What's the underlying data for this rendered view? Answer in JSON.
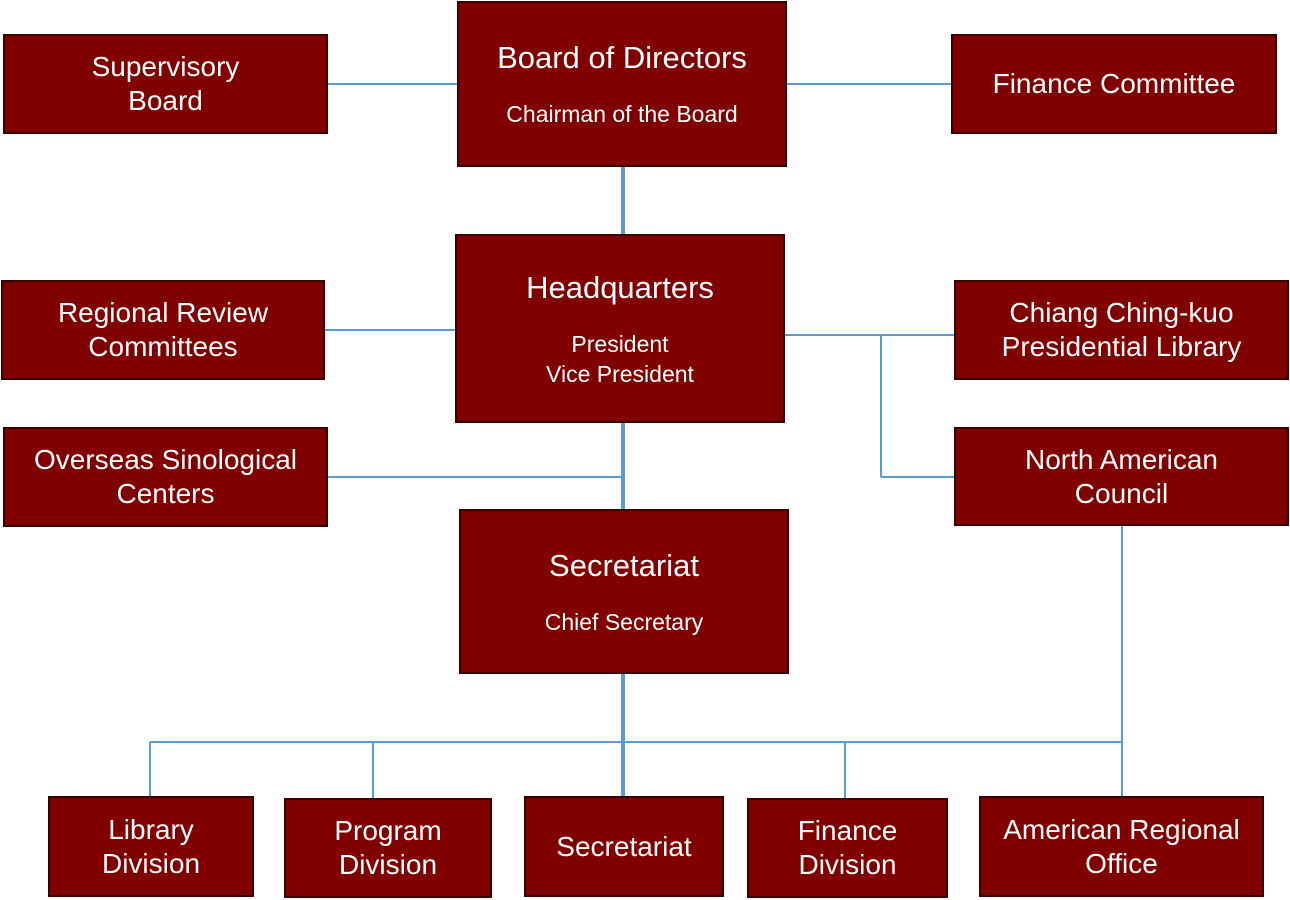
{
  "diagram": {
    "top": {
      "title": "Board of Directors",
      "subtitle": "Chairman of the Board",
      "left": "Supervisory\nBoard",
      "right": "Finance Committee"
    },
    "hq": {
      "title": "Headquarters",
      "subtitle": "President\nVice President",
      "left_upper": "Regional Review\nCommittees",
      "left_lower": "Overseas Sinological\nCenters",
      "right_upper": "Chiang Ching-kuo\nPresidential Library",
      "right_lower": "North American\nCouncil"
    },
    "secretariat": {
      "title": "Secretariat",
      "subtitle": "Chief Secretary"
    },
    "divisions": [
      "Library\nDivision",
      "Program\nDivision",
      "Secretariat",
      "Finance\nDivision",
      "American Regional\nOffice"
    ]
  }
}
